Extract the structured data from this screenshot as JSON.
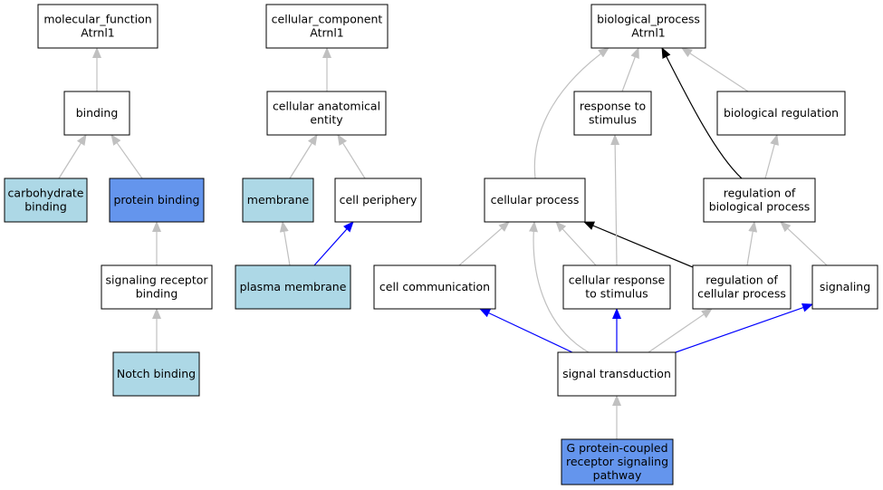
{
  "colors": {
    "default": "#ffffff",
    "light": "#add8e6",
    "highlight": "#6495ed",
    "edge_is_a": "#c0c0c0",
    "edge_part_of": "#0000ff",
    "edge_regulates": "#000000"
  },
  "nodes": [
    {
      "id": "mf",
      "lines": [
        "molecular_function",
        "Atrnl1"
      ],
      "fill": "default"
    },
    {
      "id": "binding",
      "lines": [
        "binding"
      ],
      "fill": "default"
    },
    {
      "id": "carb",
      "lines": [
        "carbohydrate",
        "binding"
      ],
      "fill": "light"
    },
    {
      "id": "protein",
      "lines": [
        "protein binding"
      ],
      "fill": "highlight"
    },
    {
      "id": "sigrec",
      "lines": [
        "signaling receptor",
        "binding"
      ],
      "fill": "default"
    },
    {
      "id": "notch",
      "lines": [
        "Notch binding"
      ],
      "fill": "light"
    },
    {
      "id": "cc",
      "lines": [
        "cellular_component",
        "Atrnl1"
      ],
      "fill": "default"
    },
    {
      "id": "cae",
      "lines": [
        "cellular anatomical",
        "entity"
      ],
      "fill": "default"
    },
    {
      "id": "membrane",
      "lines": [
        "membrane"
      ],
      "fill": "light"
    },
    {
      "id": "periph",
      "lines": [
        "cell periphery"
      ],
      "fill": "default"
    },
    {
      "id": "pm",
      "lines": [
        "plasma membrane"
      ],
      "fill": "light"
    },
    {
      "id": "bp",
      "lines": [
        "biological_process",
        "Atrnl1"
      ],
      "fill": "default"
    },
    {
      "id": "resp",
      "lines": [
        "response to",
        "stimulus"
      ],
      "fill": "default"
    },
    {
      "id": "bioreg",
      "lines": [
        "biological regulation"
      ],
      "fill": "default"
    },
    {
      "id": "cellproc",
      "lines": [
        "cellular process"
      ],
      "fill": "default"
    },
    {
      "id": "regbio",
      "lines": [
        "regulation of",
        "biological process"
      ],
      "fill": "default"
    },
    {
      "id": "cellcomm",
      "lines": [
        "cell communication"
      ],
      "fill": "default"
    },
    {
      "id": "cellresp",
      "lines": [
        "cellular response",
        "to stimulus"
      ],
      "fill": "default"
    },
    {
      "id": "regcell",
      "lines": [
        "regulation of",
        "cellular process"
      ],
      "fill": "default"
    },
    {
      "id": "signaling",
      "lines": [
        "signaling"
      ],
      "fill": "default"
    },
    {
      "id": "sigtrans",
      "lines": [
        "signal transduction"
      ],
      "fill": "default"
    },
    {
      "id": "gpcr",
      "lines": [
        "G protein-coupled",
        "receptor signaling",
        "pathway"
      ],
      "fill": "highlight"
    }
  ],
  "edges": [
    {
      "from": "binding",
      "to": "mf",
      "type": "is_a"
    },
    {
      "from": "carb",
      "to": "binding",
      "type": "is_a"
    },
    {
      "from": "protein",
      "to": "binding",
      "type": "is_a"
    },
    {
      "from": "sigrec",
      "to": "protein",
      "type": "is_a"
    },
    {
      "from": "notch",
      "to": "sigrec",
      "type": "is_a"
    },
    {
      "from": "cae",
      "to": "cc",
      "type": "is_a"
    },
    {
      "from": "membrane",
      "to": "cae",
      "type": "is_a"
    },
    {
      "from": "periph",
      "to": "cae",
      "type": "is_a"
    },
    {
      "from": "pm",
      "to": "membrane",
      "type": "is_a"
    },
    {
      "from": "pm",
      "to": "periph",
      "type": "part_of"
    },
    {
      "from": "cellproc",
      "to": "bp",
      "type": "is_a"
    },
    {
      "from": "resp",
      "to": "bp",
      "type": "is_a"
    },
    {
      "from": "regbio",
      "to": "bp",
      "type": "regulates"
    },
    {
      "from": "bioreg",
      "to": "bp",
      "type": "is_a"
    },
    {
      "from": "regbio",
      "to": "bioreg",
      "type": "is_a"
    },
    {
      "from": "cellcomm",
      "to": "cellproc",
      "type": "is_a"
    },
    {
      "from": "cellresp",
      "to": "cellproc",
      "type": "is_a"
    },
    {
      "from": "regcell",
      "to": "cellproc",
      "type": "regulates"
    },
    {
      "from": "sigtrans",
      "to": "cellproc",
      "type": "is_a"
    },
    {
      "from": "cellresp",
      "to": "resp",
      "type": "is_a"
    },
    {
      "from": "regcell",
      "to": "regbio",
      "type": "is_a"
    },
    {
      "from": "signaling",
      "to": "regbio",
      "type": "is_a"
    },
    {
      "from": "sigtrans",
      "to": "cellcomm",
      "type": "part_of"
    },
    {
      "from": "sigtrans",
      "to": "cellresp",
      "type": "part_of"
    },
    {
      "from": "sigtrans",
      "to": "regcell",
      "type": "is_a"
    },
    {
      "from": "sigtrans",
      "to": "signaling",
      "type": "part_of"
    },
    {
      "from": "gpcr",
      "to": "sigtrans",
      "type": "is_a"
    }
  ]
}
